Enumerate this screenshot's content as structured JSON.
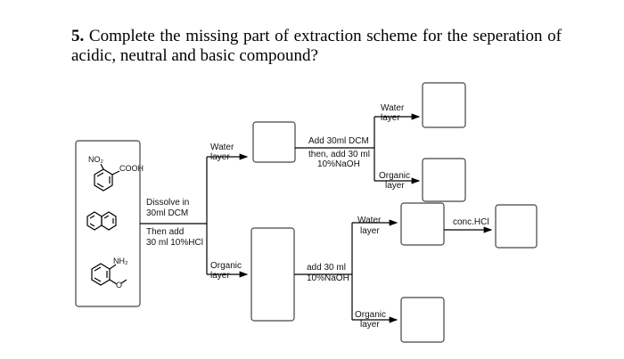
{
  "question": {
    "number": "5.",
    "text": "Complete the missing part of extraction scheme for the seperation of acidic, neutral and basic compound?"
  },
  "compounds": {
    "nitro": "NO₂",
    "cooh": "COOH",
    "amine": "NH₂"
  },
  "step1": {
    "line1": "Dissolve in",
    "line2": "30ml DCM",
    "line3": "Then add",
    "line4": "30 ml 10%HCl"
  },
  "branch_top": {
    "water_line1": "Water",
    "water_line2": "layer",
    "reagent_line1": "Add 30ml DCM",
    "reagent_line2": "then, add 30 ml",
    "reagent_line3": "10%NaOH",
    "sub_water_line1": "Water",
    "sub_water_line2": "layer",
    "sub_organic_line1": "Organic",
    "sub_organic_line2": "layer"
  },
  "branch_bottom": {
    "organic_line1": "Organic",
    "organic_line2": "layer",
    "reagent_line1": "add 30 ml",
    "reagent_line2": "10%NaOH",
    "sub_water_line1": "Water",
    "sub_water_line2": "layer",
    "sub_organic_line1": "Organic",
    "sub_organic_line2": "layer",
    "acid_label": "conc.HCl"
  }
}
